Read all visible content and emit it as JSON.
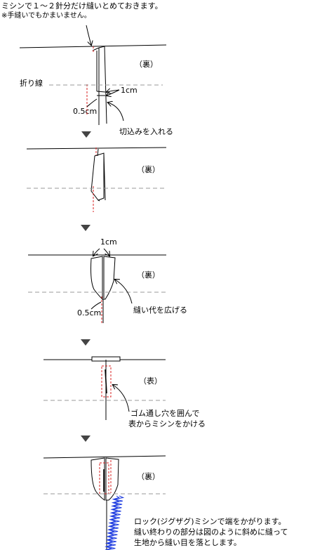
{
  "header": {
    "line1": "ミシンで１～２針分だけ縫いとめておきます。",
    "line2": "※手縫いでもかまいません。"
  },
  "colors": {
    "ink": "#000000",
    "stitch_red": "#d92020",
    "fold_gray": "#999999",
    "serge_blue": "#1f3de0"
  },
  "steps": [
    {
      "side_label": "（裏）",
      "fold_label": "折り線",
      "dim_top": "1cm",
      "dim_bottom": "0.5cm",
      "caption": "切込みを入れる"
    },
    {
      "side_label": "（裏）"
    },
    {
      "side_label": "（裏）",
      "dim_top": "1cm",
      "dim_bottom": "0.5cm",
      "caption": "縫い代を広げる"
    },
    {
      "side_label": "（表）",
      "caption_line1": "ゴム通し穴を囲んで",
      "caption_line2": "表からミシンをかける"
    },
    {
      "side_label": "（裏）",
      "caption_line1": "ロック(ジグザグ)ミシンで端をかがります。",
      "caption_line2": "縫い終わりの部分は図のように斜めに縫って",
      "caption_line3": "生地から縫い目を落とします。"
    }
  ]
}
